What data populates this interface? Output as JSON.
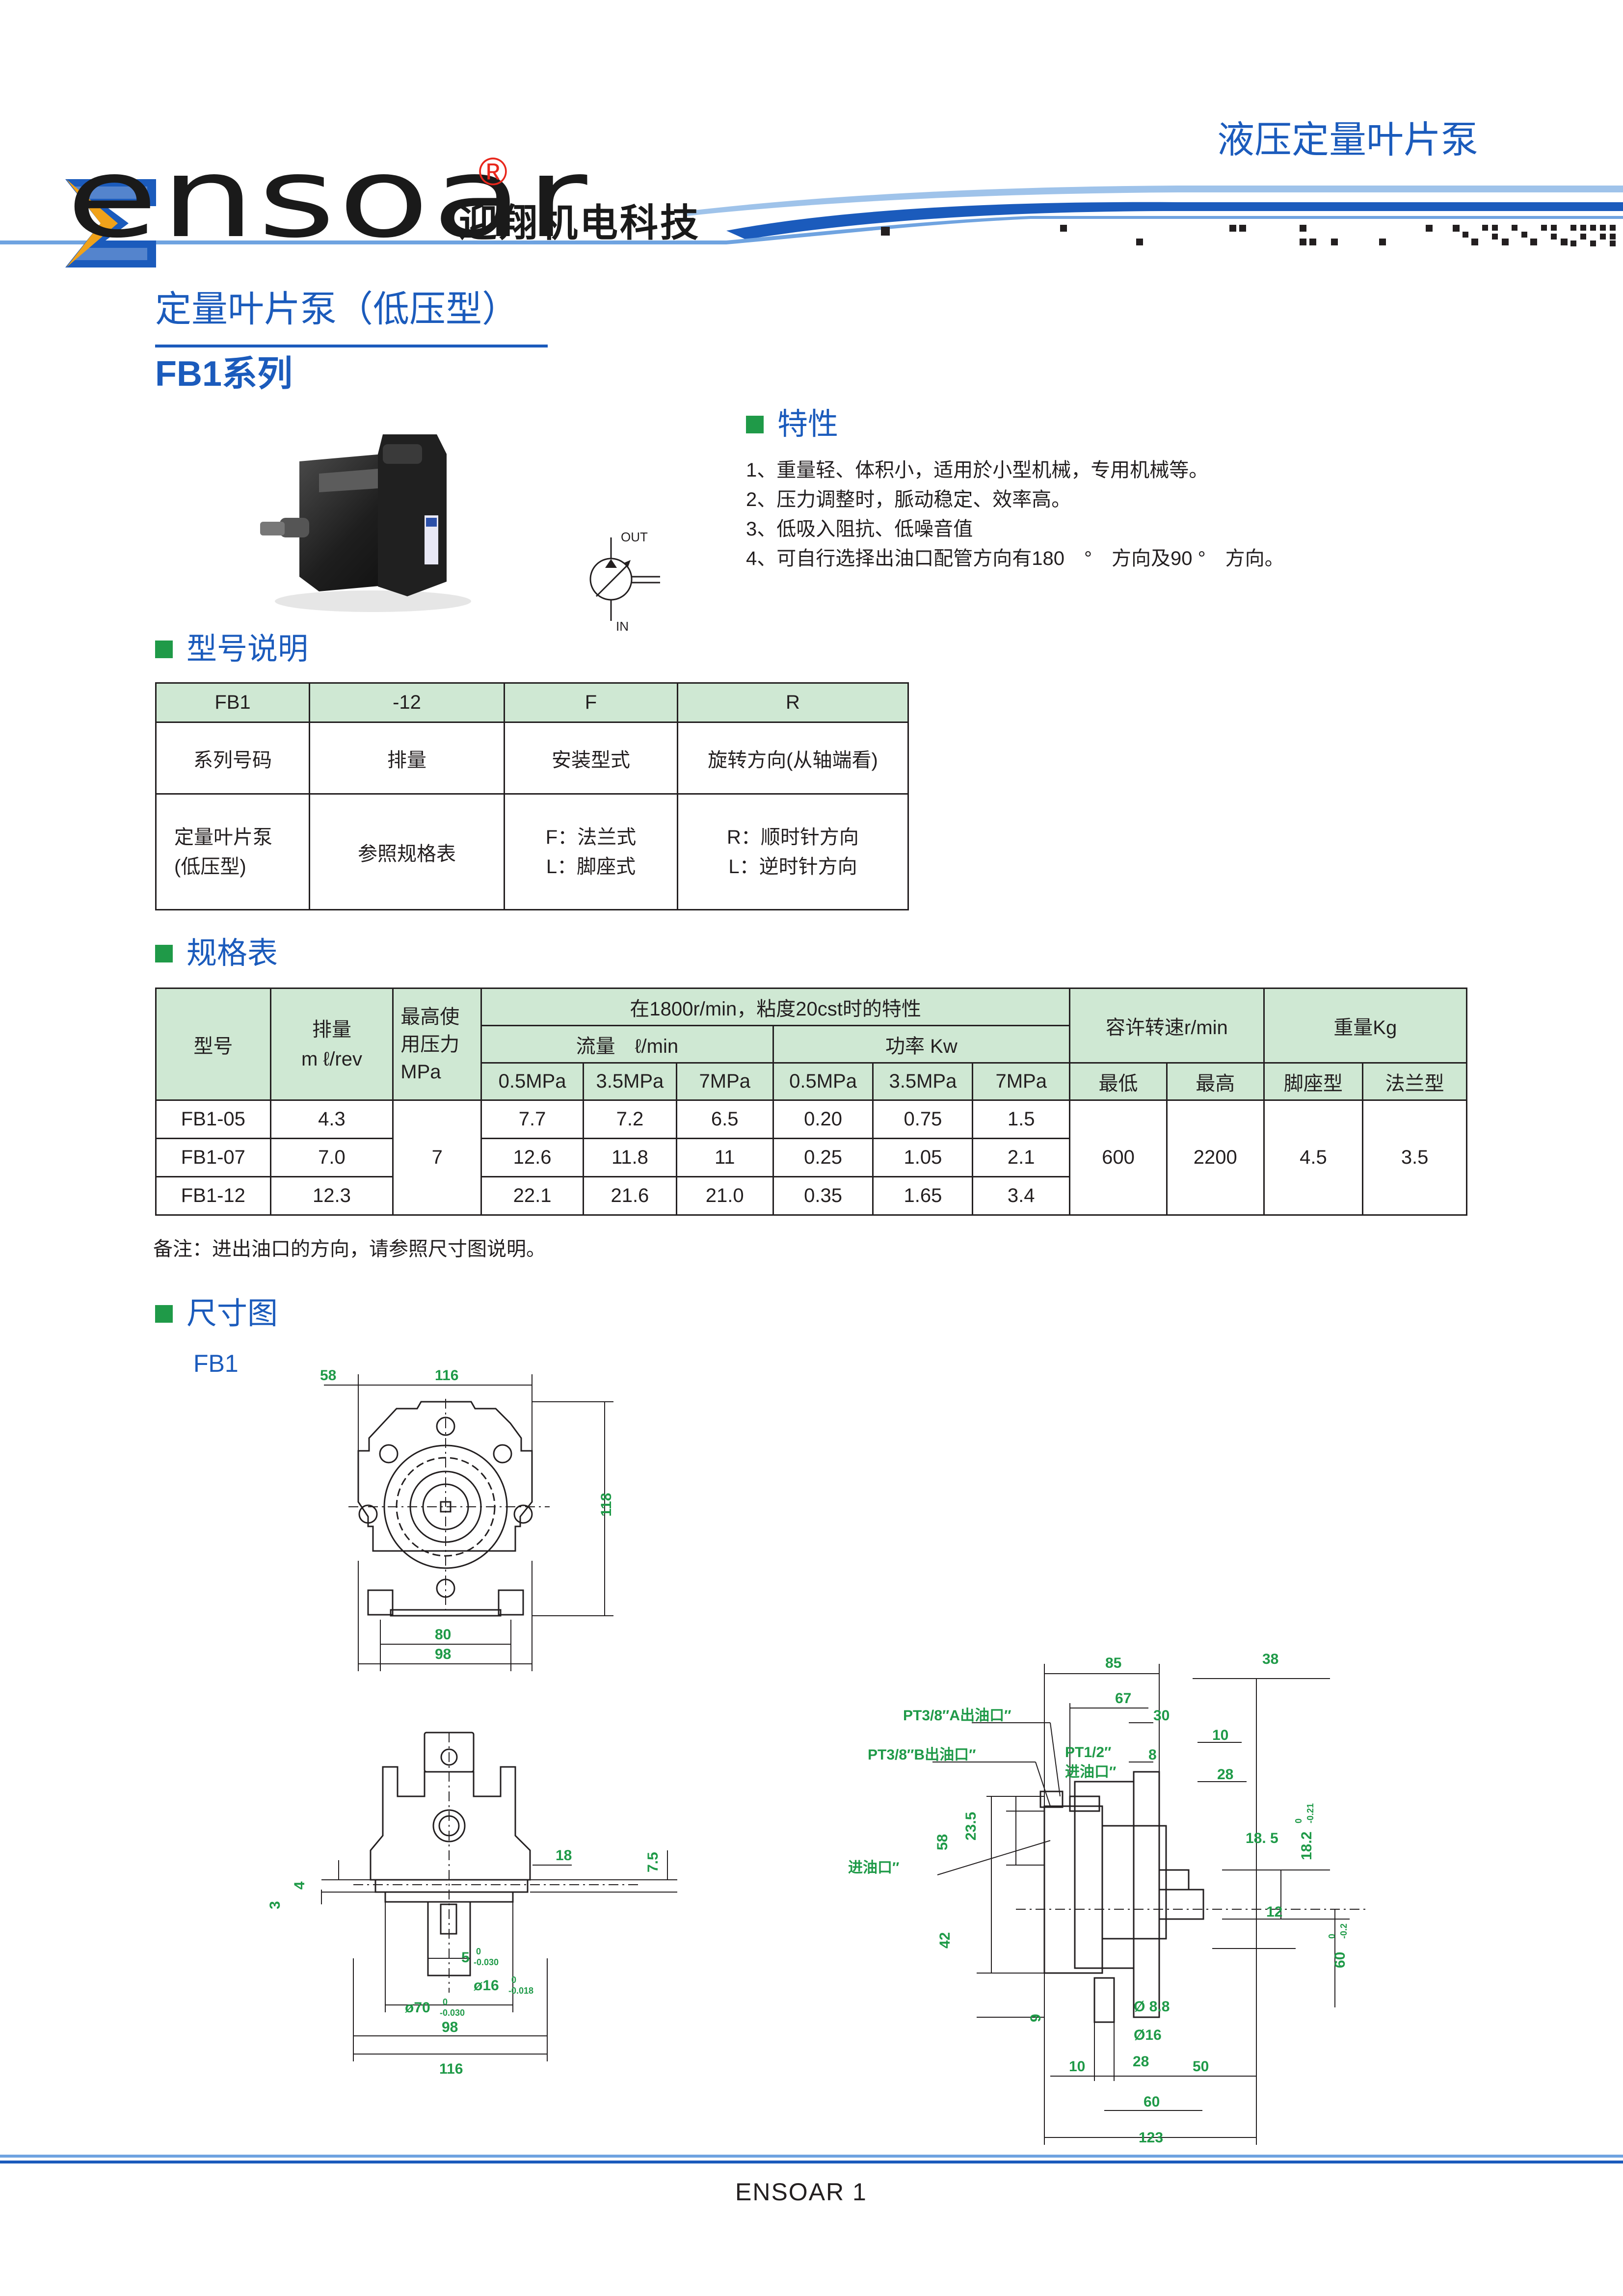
{
  "header": {
    "logo_text": "ensoar",
    "logo_mark": "®",
    "logo_company_cn": "迎翔机电科技",
    "category": "液压定量叶片泵",
    "colors": {
      "brand_blue": "#1b5bbc",
      "logo_orange": "#e8271c",
      "section_green": "#1f9a48",
      "table_header": "#cfe8d3"
    }
  },
  "title": {
    "main": "定量叶片泵（低压型）",
    "series": "FB1系列"
  },
  "symbol": {
    "out_label": "OUT",
    "in_label": "IN"
  },
  "features": {
    "heading": "特性",
    "items": [
      "1、重量轻、体积小，适用於小型机械，专用机械等。",
      "2、压力调整时，脈动稳定、效率高。",
      "3、低吸入阻抗、低噪音值",
      "4、可自行选择出油口配管方向有180　°　方向及90 °　方向。"
    ]
  },
  "model_section": {
    "heading": "型号说明",
    "codes": [
      "FB1",
      "-12",
      "F",
      "R"
    ],
    "meanings": [
      "系列号码",
      "排量",
      "安装型式",
      "旋转方向(从轴端看)"
    ],
    "desc_series": [
      "定量叶片泵",
      "(低压型)"
    ],
    "desc_disp": "参照规格表",
    "desc_mount": [
      "F：法兰式",
      "L：脚座式"
    ],
    "desc_rot": [
      "R：顺时针方向",
      "L：逆时针方向"
    ]
  },
  "spec_section": {
    "heading": "规格表",
    "h_model": "型号",
    "h_disp": [
      "排量",
      "m ℓ/rev"
    ],
    "h_press": [
      "最高使",
      "用压力",
      "MPa"
    ],
    "h_char": "在1800r/min，粘度20cst时的特性",
    "h_flow": "流量　ℓ/min",
    "h_power": "功率 Kw",
    "h_speed": "容许转速r/min",
    "h_weight": "重量Kg",
    "pressures": [
      "0.5MPa",
      "3.5MPa",
      "7MPa",
      "0.5MPa",
      "3.5MPa",
      "7MPa"
    ],
    "h_min": "最低",
    "h_max": "最高",
    "h_foot": "脚座型",
    "h_flange": "法兰型",
    "rows": [
      {
        "model": "FB1-05",
        "disp": "4.3",
        "flow": [
          "7.7",
          "7.2",
          "6.5"
        ],
        "power": [
          "0.20",
          "0.75",
          "1.5"
        ]
      },
      {
        "model": "FB1-07",
        "disp": "7.0",
        "flow": [
          "12.6",
          "11.8",
          "11"
        ],
        "power": [
          "0.25",
          "1.05",
          "2.1"
        ]
      },
      {
        "model": "FB1-12",
        "disp": "12.3",
        "flow": [
          "22.1",
          "21.6",
          "21.0"
        ],
        "power": [
          "0.35",
          "1.65",
          "3.4"
        ]
      }
    ],
    "max_pressure": "7",
    "speed_min": "600",
    "speed_max": "2200",
    "weight_foot": "4.5",
    "weight_flange": "3.5",
    "note": "备注：进出油口的方向，请参照尺寸图说明。"
  },
  "dimension_section": {
    "heading": "尺寸图",
    "model_label": "FB1",
    "front": {
      "d58": "58",
      "d116": "116",
      "d118": "118",
      "d80": "80",
      "d98": "98"
    },
    "bottom": {
      "d18": "18",
      "d7_5": "7.5",
      "d4": "4",
      "d3": "3",
      "key5": "5",
      "key5_tol": "0",
      "key5_tol2": "-0.030",
      "shaft16": "ø16",
      "shaft16_tol": "0",
      "shaft16_tol2": "-0.018",
      "pilot70": "ø70",
      "pilot70_tol": "0",
      "pilot70_tol2": "-0.030",
      "d98": "98",
      "d116": "116"
    },
    "side": {
      "pt38a": "PT3/8″A出油口″",
      "pt38b": "PT3/8″B出油口″",
      "pt12": "PT1/2″",
      "pt12_cn": "进油口″",
      "inlet": "进油口″",
      "d85": "85",
      "d67": "67",
      "d30": "30",
      "d8": "8",
      "d38": "38",
      "d10": "10",
      "d28": "28",
      "d23_5": "23.5",
      "d58": "58",
      "d42": "42",
      "d18_5": "18. 5",
      "d18_2": "18.2",
      "d18_2_tol": "0",
      "d18_2_tol2": "-0.21",
      "d12": "12",
      "d60v": "60",
      "d60v_tol": "0",
      "d60v_tol2": "-0.2",
      "d9": "9",
      "d8_8": "Ø 8.8",
      "d16": "Ø16",
      "d10b": "10",
      "d28b": "28",
      "d50": "50",
      "d60": "60",
      "d123": "123"
    }
  },
  "footer": {
    "text": "ENSOAR  1"
  }
}
